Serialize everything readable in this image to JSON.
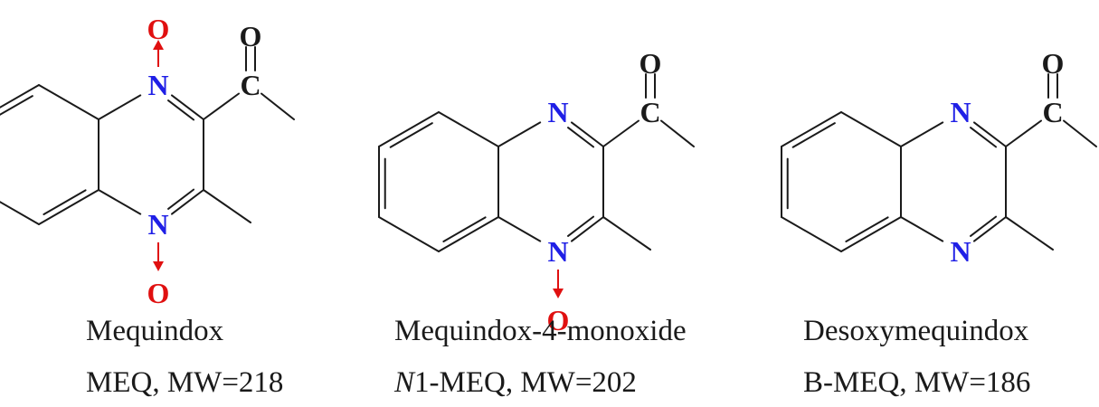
{
  "colors": {
    "nitrogen": "#1f1fe6",
    "oxygen_n_oxide": "#e01010",
    "oxygen_carbonyl": "#1a1a1a",
    "carbon": "#1a1a1a",
    "bond": "#1a1a1a"
  },
  "atoms": {
    "N": "N",
    "O": "O",
    "C": "C"
  },
  "compounds": [
    {
      "name": "Mequindox",
      "prefix_italic": "",
      "info": "MEQ, MW=218",
      "n1_oxide": true,
      "n4_oxide": true
    },
    {
      "name": "Mequindox-4-monoxide",
      "prefix_italic": "N",
      "info": "1-MEQ, MW=202",
      "n1_oxide": false,
      "n4_oxide": true
    },
    {
      "name": "Desoxymequindox",
      "prefix_italic": "",
      "info": "B-MEQ, MW=186",
      "n1_oxide": false,
      "n4_oxide": false
    }
  ]
}
